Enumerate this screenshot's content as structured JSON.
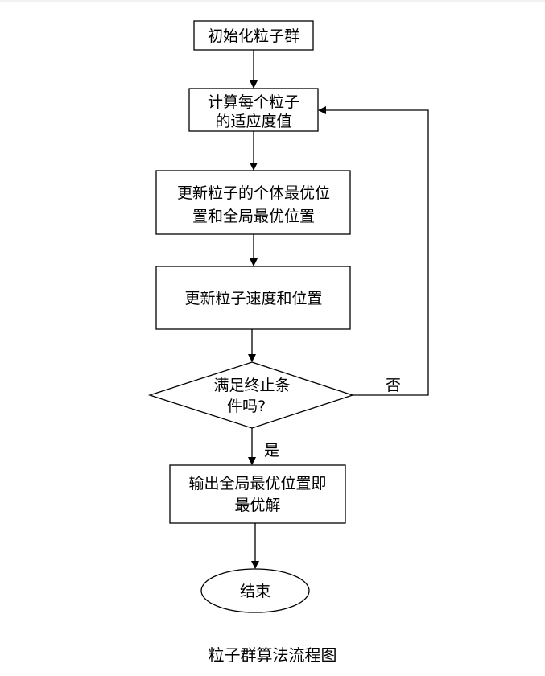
{
  "nodes": {
    "init": [
      "初始化粒子群"
    ],
    "fitness": [
      "计算每个粒子",
      "的适应度值"
    ],
    "update_best": [
      "更新粒子的个体最优位",
      "置和全局最优位置"
    ],
    "update_velocity": [
      "更新粒子速度和位置"
    ],
    "termination": [
      "满足终止条",
      "件吗?"
    ],
    "output": [
      "输出全局最优位置即",
      "最优解"
    ],
    "end": [
      "结束"
    ]
  },
  "labels": {
    "no": "否",
    "yes": "是"
  },
  "caption": "粒子群算法流程图"
}
